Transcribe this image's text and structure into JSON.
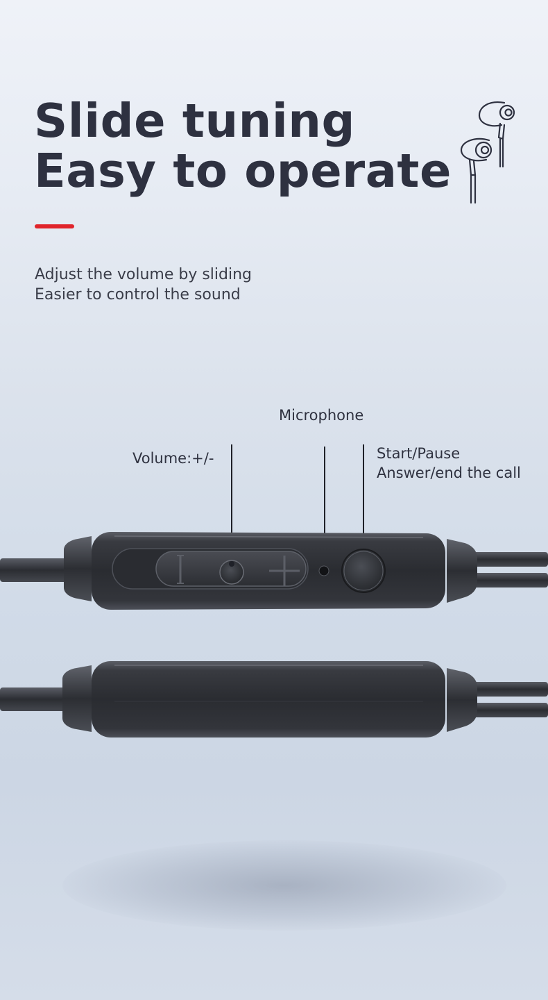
{
  "headline": {
    "line1": "Slide tuning",
    "line2": "Easy to operate"
  },
  "accent_color": "#e0242b",
  "subtext": {
    "line1": "Adjust the volume by sliding",
    "line2": "Easier to control the sound"
  },
  "callouts": {
    "microphone": "Microphone",
    "volume": "Volume:+/-",
    "start_pause": "Start/Pause",
    "answer_end": "Answer/end the call"
  },
  "icons": {
    "earphones": "earphones-icon",
    "minus": "minus-icon",
    "plus": "plus-icon"
  }
}
